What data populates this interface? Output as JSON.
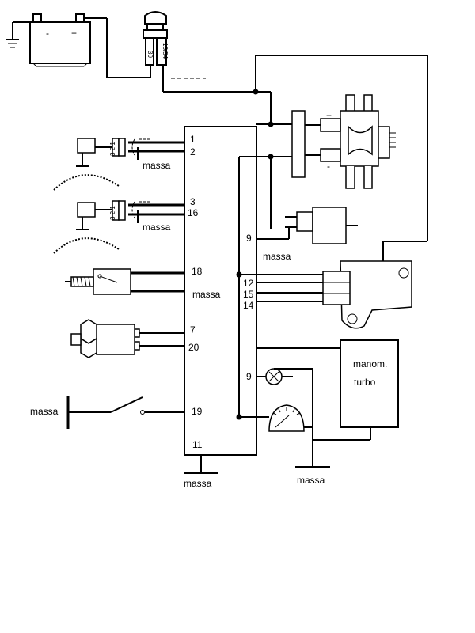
{
  "battery": {
    "minus": "-",
    "plus": "+"
  },
  "ignition": {
    "terminal_top": "15/54",
    "terminal_bottom": "30"
  },
  "sensor_connector": {
    "pins": "3 2 1"
  },
  "ecu_pins": {
    "p1": "1",
    "p2": "2",
    "p3": "3",
    "p16": "16",
    "p18": "18",
    "p7": "7",
    "p20": "20",
    "p19": "19",
    "p11": "11",
    "p9a": "9",
    "p12": "12",
    "p15": "15",
    "p14": "14",
    "p9b": "9"
  },
  "ground_labels": {
    "sensor1": "massa",
    "sensor2": "massa",
    "throttle": "massa",
    "injector": "massa",
    "switch": "massa",
    "ecu": "massa",
    "gauge": "massa"
  },
  "turbo_gauge": {
    "line1": "manom.",
    "line2": "turbo"
  },
  "coil": {
    "plus": "+",
    "minus": "-"
  }
}
